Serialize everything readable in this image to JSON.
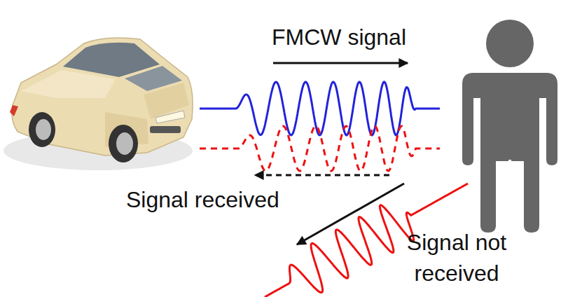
{
  "diagram": {
    "labels": [
      "FMCW signal",
      "Signal received",
      "Signal not received"
    ]
  }
}
